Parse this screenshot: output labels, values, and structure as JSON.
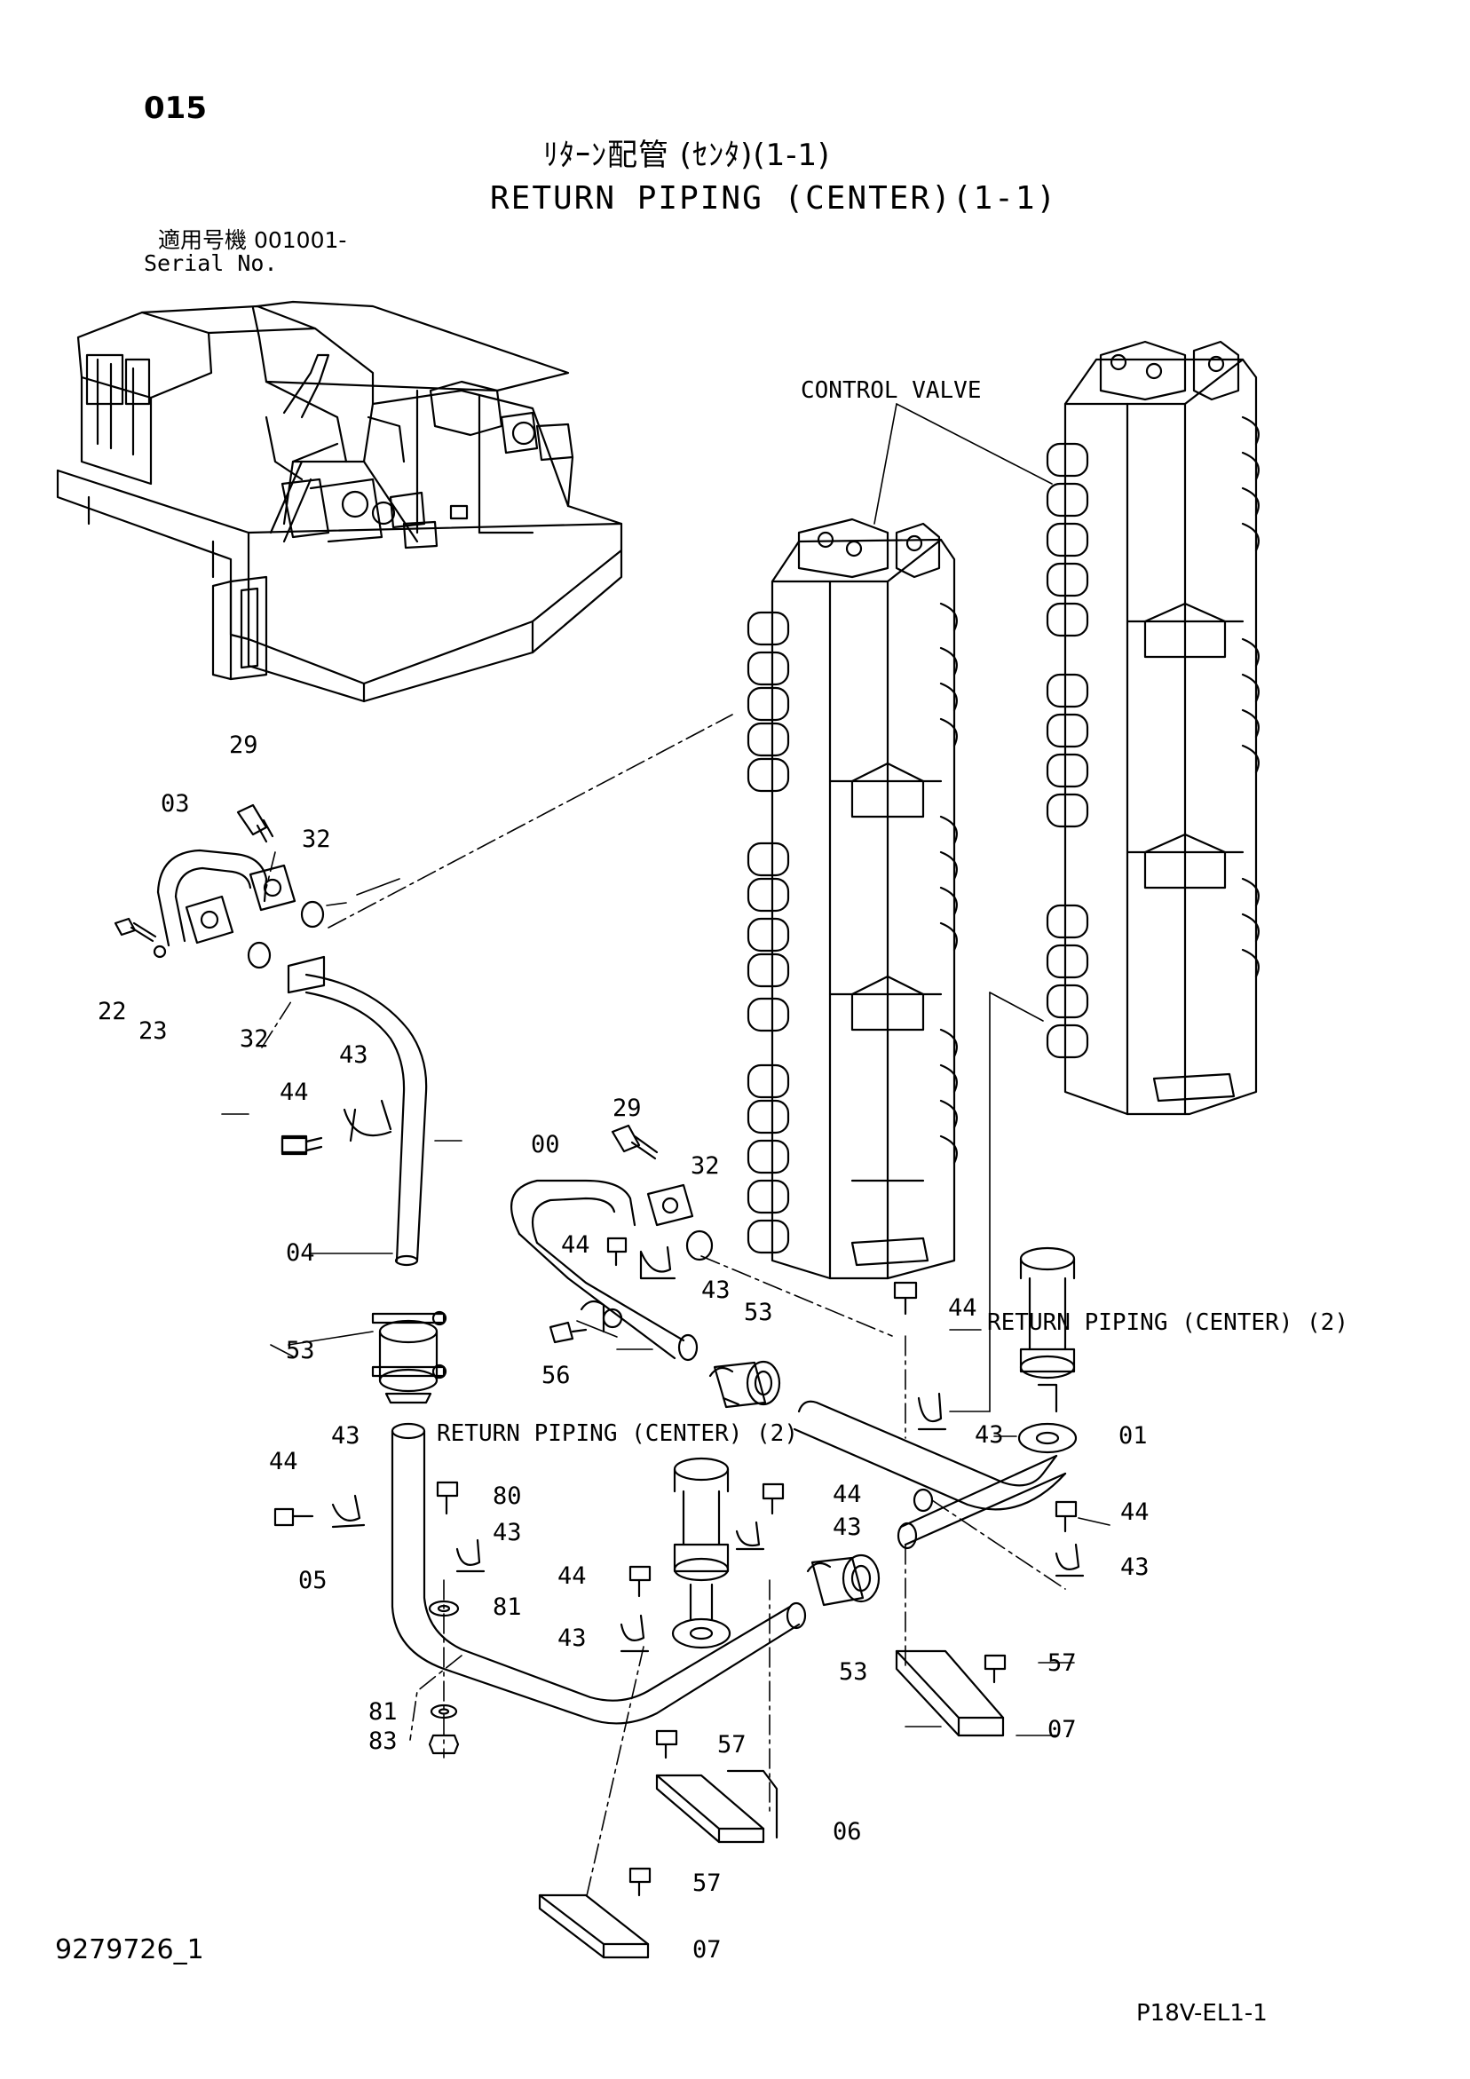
{
  "header": {
    "page_number": "015",
    "title_jp": "ﾘﾀｰﾝ配管 (ｾﾝﾀ)(1-1)",
    "title_en": "RETURN PIPING (CENTER)(1-1)",
    "serial_jp": "適用号機  001001-",
    "serial_en": "Serial No."
  },
  "notes": {
    "control_valve": "CONTROL VALVE",
    "ref_right": "RETURN PIPING (CENTER) (2)",
    "ref_left": "RETURN PIPING (CENTER) (2)"
  },
  "parts": {
    "p29a": "29",
    "p03": "03",
    "p32a": "32",
    "p22": "22",
    "p23": "23",
    "p32b": "32",
    "p44a": "44",
    "p43a": "43",
    "p04": "04",
    "p53a": "53",
    "p29b": "29",
    "p00": "00",
    "p32c": "32",
    "p44b": "44",
    "p43b": "43",
    "p53b": "53",
    "p56": "56",
    "p44c": "44",
    "p43c": "43",
    "p01": "01",
    "p44d": "44",
    "p43d": "43",
    "p57a": "57",
    "p07a": "07",
    "p43e": "43",
    "p44e": "44",
    "p80": "80",
    "p43f": "43",
    "p05": "05",
    "p81a": "81",
    "p81b": "81",
    "p83": "83",
    "p44f": "44",
    "p43g": "43",
    "p44g": "44",
    "p43h": "43",
    "p53c": "53",
    "p57b": "57",
    "p06": "06",
    "p57c": "57",
    "p07b": "07"
  },
  "footer": {
    "drawing_number": "9279726_1",
    "sheet_id": "P18V-EL1-1"
  }
}
